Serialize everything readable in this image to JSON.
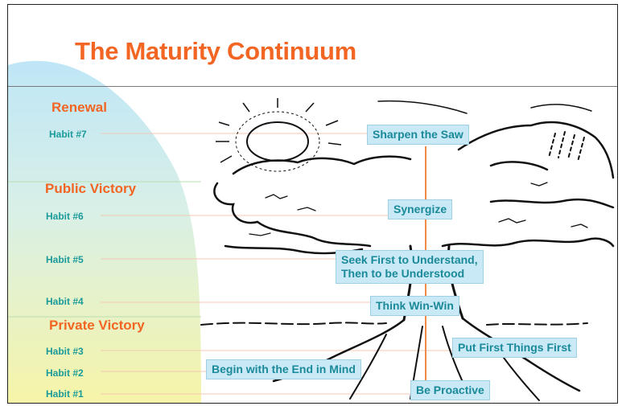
{
  "title": "The Maturity Continuum",
  "sections": {
    "renewal": "Renewal",
    "public_victory": "Public Victory",
    "private_victory": "Private Victory"
  },
  "habits": {
    "h7": "Habit #7",
    "h6": "Habit #6",
    "h5": "Habit #5",
    "h4": "Habit #4",
    "h3": "Habit #3",
    "h2": "Habit #2",
    "h1": "Habit #1"
  },
  "boxes": {
    "sharpen": "Sharpen the Saw",
    "synergize": "Synergize",
    "seek_first": "Seek First to Understand,\nThen to be Understood",
    "win_win": "Think Win-Win",
    "first_things": "Put First Things First",
    "begin_end": "Begin with the End in Mind",
    "proactive": "Be Proactive"
  },
  "colors": {
    "heading_orange": "#f26522",
    "habit_teal": "#1a9a9a",
    "box_fill": "#c8e9f5",
    "gradient_top": "#bfe6f7",
    "gradient_bottom": "#f6f4a8"
  },
  "icons": [
    "sun-icon",
    "tree-illustration"
  ]
}
